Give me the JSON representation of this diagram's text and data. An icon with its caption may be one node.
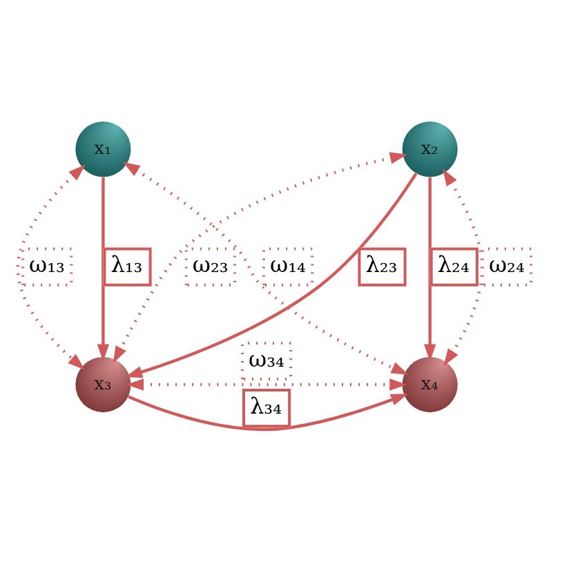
{
  "diagram": {
    "nodes": [
      {
        "text": [
          "x₁"
        ]
      },
      {
        "text": [
          "x₂"
        ]
      },
      {
        "text": [
          "x₃"
        ]
      },
      {
        "text": [
          "x₄"
        ]
      }
    ],
    "edges": [
      {
        "from": 0,
        "to": 2,
        "arrow": "both",
        "label": "ω₁₃",
        "style": "dashed"
      },
      {
        "from": 0,
        "to": 2,
        "arrow": "to",
        "label": "λ₁₃"
      },
      {
        "from": 1,
        "to": 2,
        "arrow": "both",
        "label": "ω₂₃",
        "style": "dashed"
      },
      {
        "from": 1,
        "to": 2,
        "arrow": "to",
        "label": "λ₂₃"
      },
      {
        "from": 0,
        "to": 3,
        "arrow": "both",
        "label": "ω₁₄",
        "style": "dashed"
      },
      {
        "from": 1,
        "to": 3,
        "arrow": "to",
        "label": "λ₂₄"
      },
      {
        "from": 1,
        "to": 3,
        "arrow": "both",
        "label": "ω₂₄",
        "style": "dashed"
      },
      {
        "from": 2,
        "to": 3,
        "arrow": "to",
        "label": "λ₃₄"
      },
      {
        "from": 2,
        "to": 3,
        "arrow": "both",
        "label": "ω₃₄",
        "style": "dashed"
      }
    ]
  }
}
